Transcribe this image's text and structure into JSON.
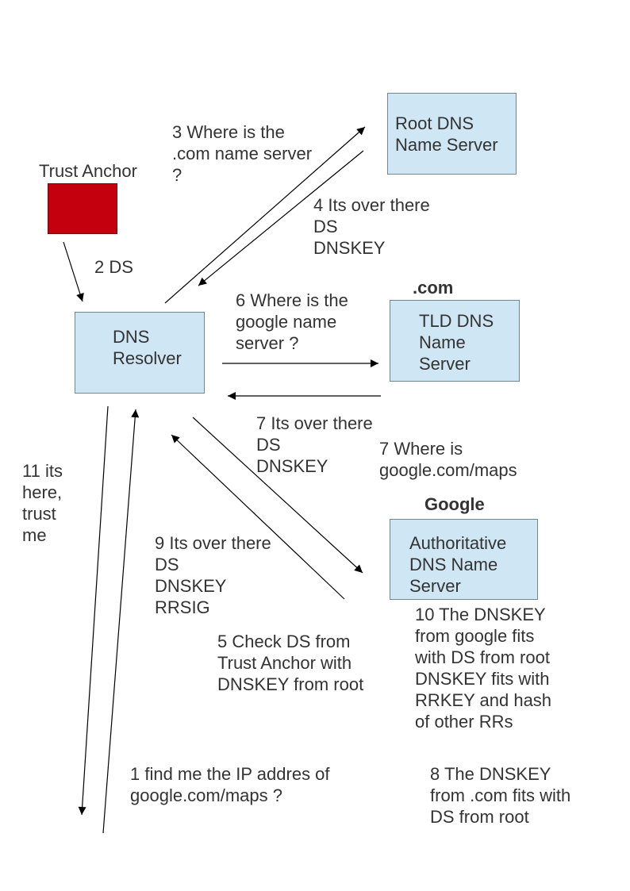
{
  "nodes": {
    "root": {
      "label": "Root DNS\nName Server"
    },
    "tld": {
      "label": "TLD DNS\nName\nServer",
      "zone_label": ".com"
    },
    "auth": {
      "label": "Authoritative\nDNS Name\nServer",
      "zone_label": "Google"
    },
    "resolver": {
      "label": "DNS\nResolver"
    },
    "trust_anchor": {
      "label": "Trust Anchor",
      "color": "#c4000e"
    }
  },
  "colors": {
    "box_fill": "#cfe6f4",
    "box_border": "#6f8795",
    "text": "#333333"
  },
  "messages": {
    "m1": "1 find me the IP addres of\ngoogle.com/maps ?",
    "m2": "2 DS",
    "m3": "3 Where is the\n.com name server\n?",
    "m4": "4 Its over there\nDS\nDNSKEY",
    "m5": "5 Check DS from\nTrust Anchor with\nDNSKEY from root",
    "m6": "6 Where is the\ngoogle name\nserver ?",
    "m7a": "7 Its over there\nDS\nDNSKEY",
    "m7b": "7 Where is\ngoogle.com/maps",
    "m8": "8 The DNSKEY\nfrom .com fits with\nDS from root",
    "m9": "9 Its over there\nDS\nDNSKEY\nRRSIG",
    "m10": "10 The DNSKEY\nfrom google fits\nwith DS from root\nDNSKEY fits with\nRRKEY and hash\nof other RRs",
    "m11": "11 its\nhere,\ntrust\nme"
  }
}
